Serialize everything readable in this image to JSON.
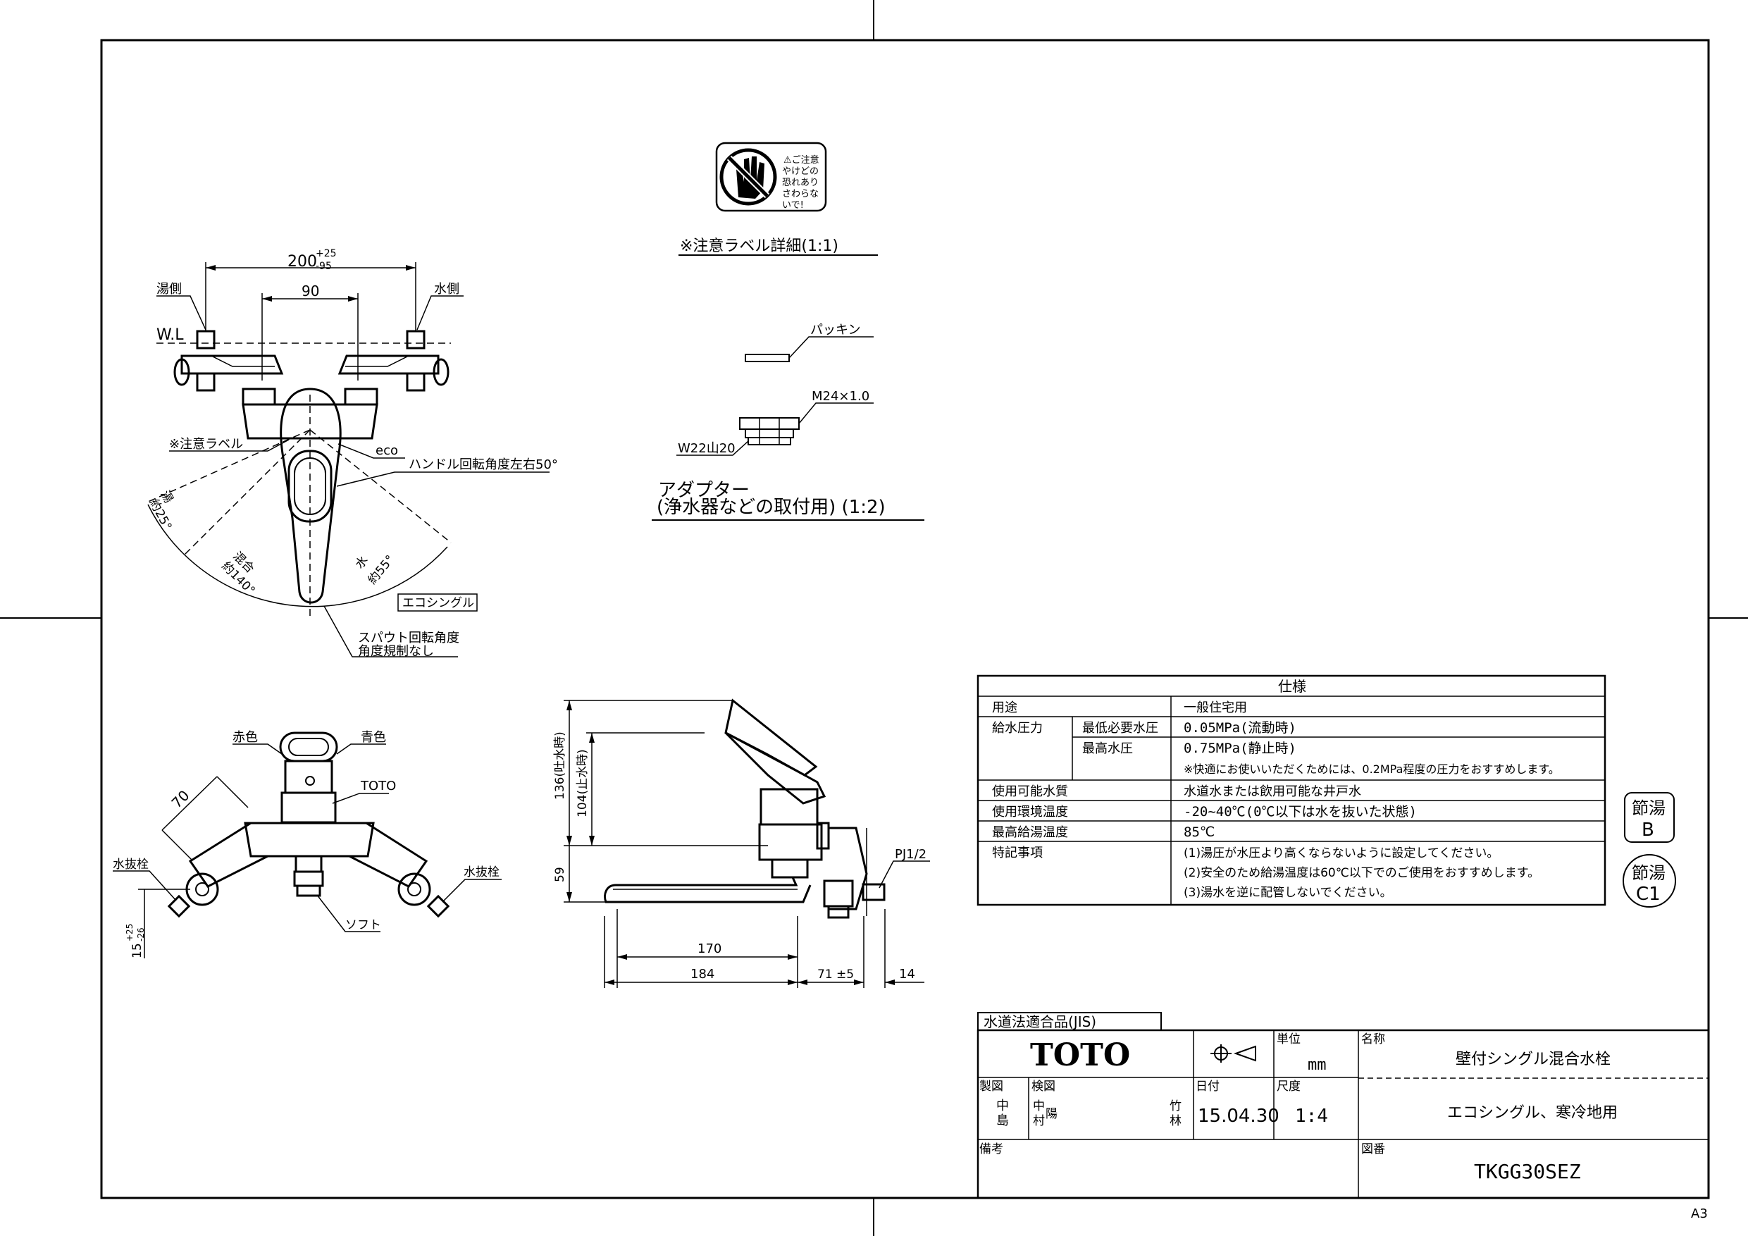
{
  "caution_label": {
    "lines": [
      "⚠ご注意",
      "やけどの",
      "恐れあり",
      "さわらな",
      "いで!"
    ],
    "caption": "※注意ラベル詳細(1:1)"
  },
  "adapter": {
    "packing_label": "パッキン",
    "thread_label": "M24×1.0",
    "w22_label": "W22山20",
    "caption_line1": "アダプター",
    "caption_line2": "(浄水器などの取付用) (1:2)"
  },
  "front_view": {
    "dim_200": "200",
    "dim_200_plus": "+25",
    "dim_200_minus": "-95",
    "dim_90": "90",
    "hot_side": "湯側",
    "water_side": "水側",
    "wl": "W.L",
    "caution_label_note": "※注意ラベル",
    "eco": "eco",
    "handle_angle": "ハンドル回転角度左右50°",
    "hot_angle": "湯",
    "hot_angle_value": "約25°",
    "mix_angle": "混合",
    "mix_angle_value": "約140°",
    "water_angle": "水",
    "water_angle_value": "約55°",
    "eco_single_box": "エコシングル",
    "spout_line1": "スパウト回転角度",
    "spout_line2": "角度規制なし"
  },
  "bottom_view": {
    "red": "赤色",
    "blue": "青色",
    "toto": "TOTO",
    "dim_70": "70",
    "drain_left": "水抜栓",
    "drain_right": "水抜栓",
    "soft": "ソフト",
    "tol_main": "15",
    "tol_plus": "+25",
    "tol_minus": "-26"
  },
  "side_view": {
    "dim_136": "136(吐水時)",
    "dim_104": "104(止水時)",
    "dim_59": "59",
    "pj": "PJ1/2",
    "dim_170": "170",
    "dim_184": "184",
    "dim_71": "71 ±5",
    "dim_14": "14"
  },
  "spec_table": {
    "title": "仕様",
    "rows": [
      {
        "h1": "用途",
        "h2": "",
        "v": "一般住宅用"
      },
      {
        "h1": "給水圧力",
        "h2": "最低必要水圧",
        "v": "0.05MPa(流動時)"
      },
      {
        "h1": "",
        "h2": "最高水圧",
        "v": "0.75MPa(静止時)"
      },
      {
        "h1": "",
        "h2": "",
        "v": "※快適にお使いいただくためには、0.2MPa程度の圧力をおすすめします。"
      },
      {
        "h1": "使用可能水質",
        "h2": "",
        "v": "水道水または飲用可能な井戸水"
      },
      {
        "h1": "使用環境温度",
        "h2": "",
        "v": "-20~40℃(0℃以下は水を抜いた状態)"
      },
      {
        "h1": "最高給湯温度",
        "h2": "",
        "v": "85℃"
      },
      {
        "h1": "特記事項",
        "h2": "",
        "v": "(1)湯圧が水圧より高くならないように設定してください。"
      },
      {
        "h1": "",
        "h2": "",
        "v": "(2)安全のため給湯温度は60℃以下でのご使用をおすすめします。"
      },
      {
        "h1": "",
        "h2": "",
        "v": "(3)湯水を逆に配管しないでください。"
      }
    ]
  },
  "badges": [
    {
      "top": "節湯",
      "bottom": "B"
    },
    {
      "top": "節湯",
      "bottom": "C1"
    }
  ],
  "title_block": {
    "jis": "水道法適合品(JIS)",
    "brand": "TOTO",
    "unit_label": "単位",
    "unit_value": "mm",
    "name_label": "名称",
    "name_value": "壁付シングル混合水栓",
    "sub_name": "エコシングル、寒冷地用",
    "drawn_label": "製図",
    "drawn_value1": "中",
    "drawn_value2": "島",
    "checked_label": "検図",
    "checked_value1": "中",
    "checked_value2": "村",
    "checked_stamp": "陽",
    "approved_value1": "竹",
    "approved_value2": "林",
    "date_label": "日付",
    "date_value": "15.04.30",
    "scale_label": "尺度",
    "scale_value": "1:4",
    "remarks_label": "備考",
    "drawing_no_label": "図番",
    "drawing_no": "TKGG30SEZ"
  },
  "sheet_size": "A3"
}
